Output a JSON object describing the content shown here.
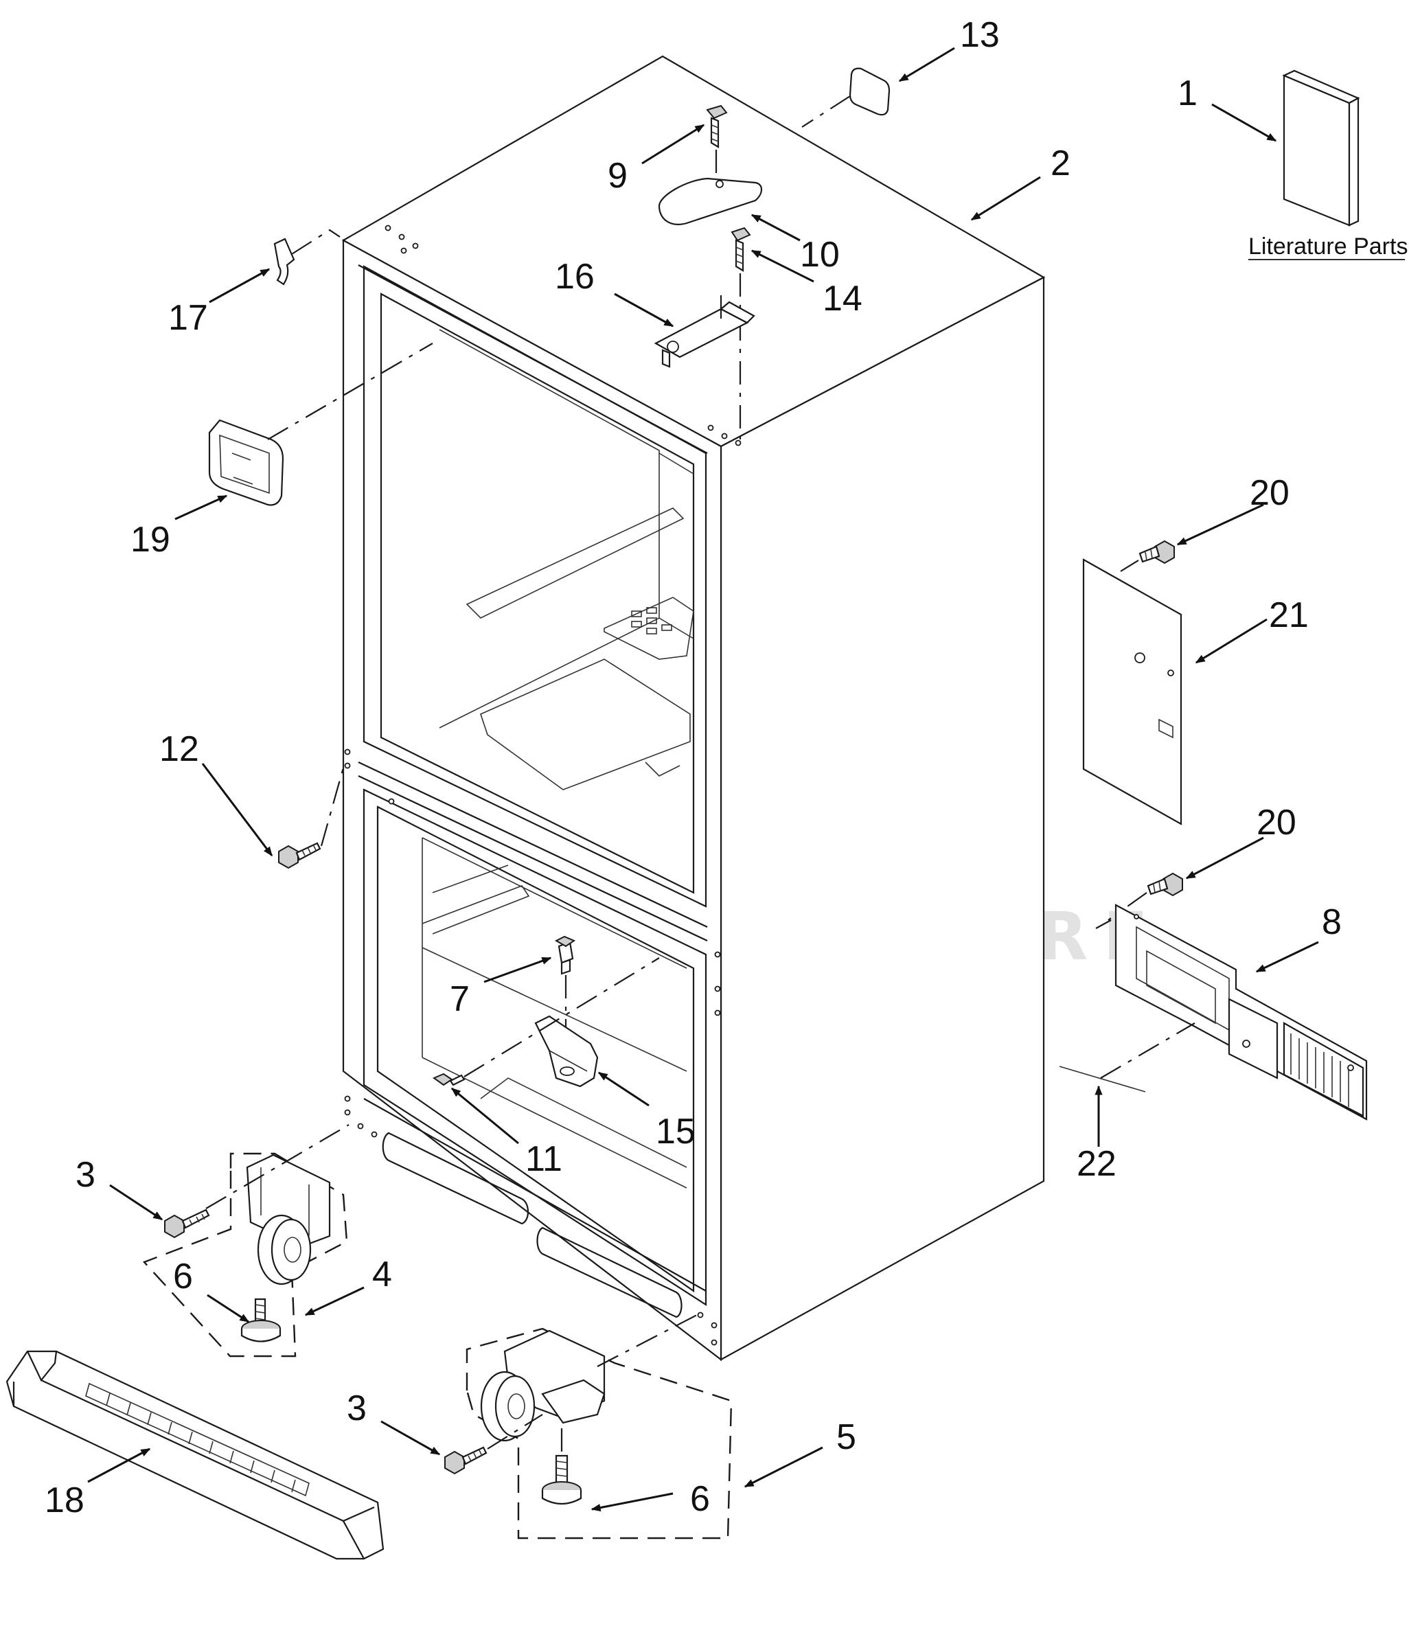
{
  "diagram": {
    "watermark": "LEADVENTURE",
    "literature_label": "Literature Parts",
    "callouts": {
      "c1": "1",
      "c2": "2",
      "c3a": "3",
      "c3b": "3",
      "c4": "4",
      "c5": "5",
      "c6a": "6",
      "c6b": "6",
      "c7": "7",
      "c8": "8",
      "c9": "9",
      "c10": "10",
      "c11": "11",
      "c12": "12",
      "c13": "13",
      "c14": "14",
      "c15": "15",
      "c16": "16",
      "c17": "17",
      "c18": "18",
      "c19": "19",
      "c20a": "20",
      "c20b": "20",
      "c21": "21",
      "c22": "22"
    }
  }
}
